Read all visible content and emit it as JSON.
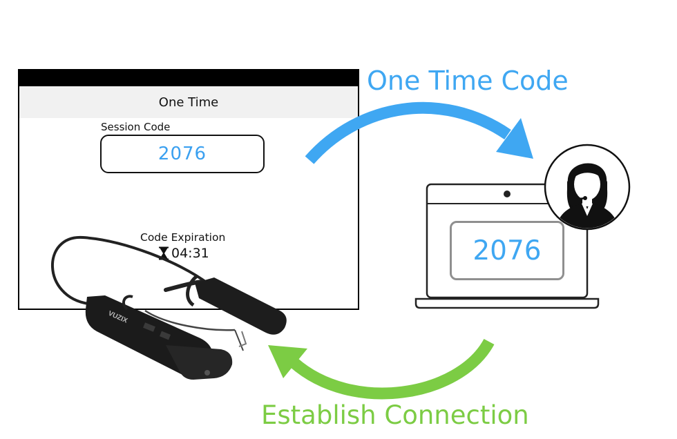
{
  "device_screen": {
    "title": "One Time",
    "session_label": "Session Code",
    "session_code": "2076",
    "expiry_label": "Code Expiration",
    "expiry_time": "04:31"
  },
  "laptop": {
    "code": "2076"
  },
  "flow": {
    "one_time_code_label": "One Time Code",
    "establish_connection_label": "Establish Connection"
  },
  "glasses": {
    "brand_text": "VUZIX"
  },
  "colors": {
    "blue_arrow": "#3fa7f2",
    "green_arrow": "#7ccc44",
    "code_text": "#3aa0f0",
    "laptop_box_border": "#8f8f8f"
  },
  "icons": {
    "hourglass": "hourglass-icon",
    "support_agent": "support-agent-icon",
    "laptop": "laptop-icon",
    "smart_glasses": "smart-glasses-icon"
  }
}
